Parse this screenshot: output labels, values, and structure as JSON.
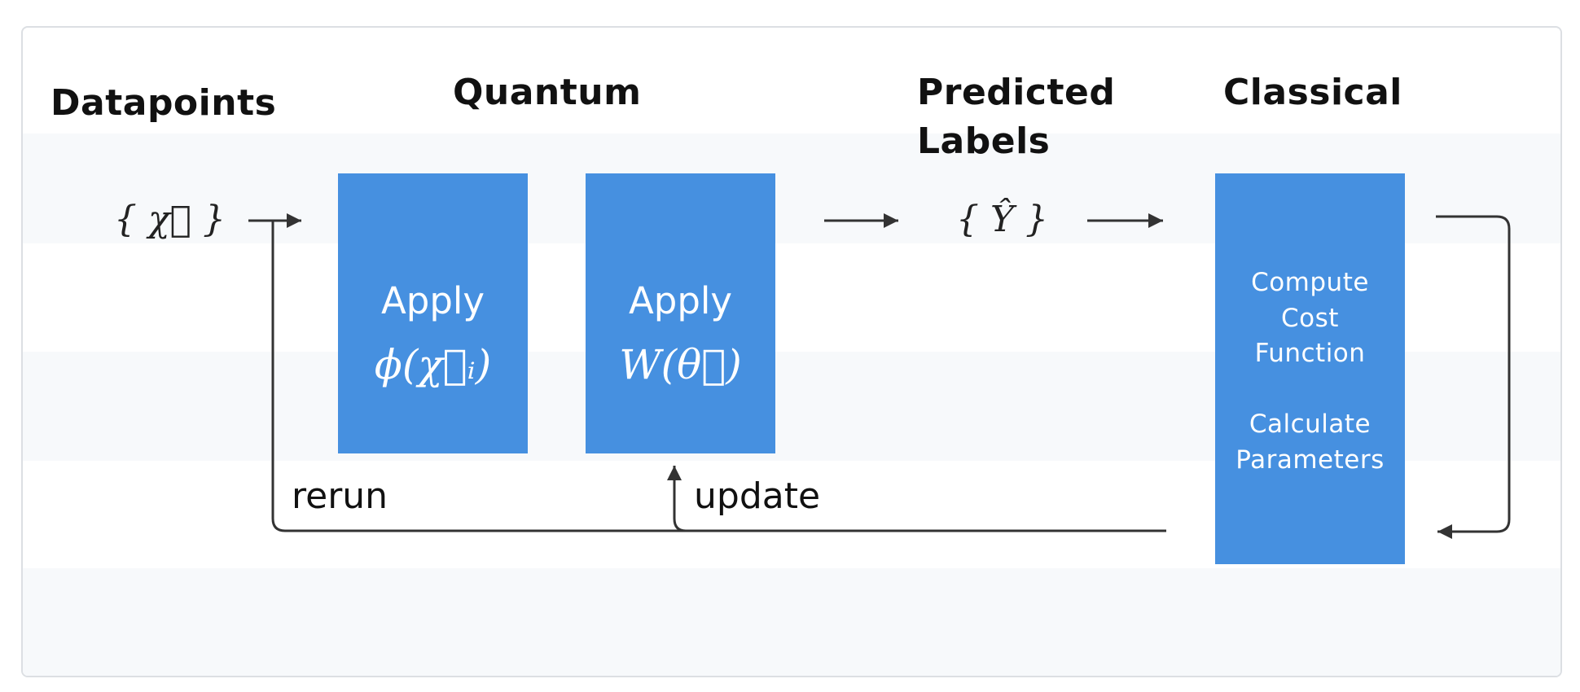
{
  "headings": {
    "datapoints": "Datapoints",
    "quantum": "Quantum",
    "predicted_line1": "Predicted",
    "predicted_line2": "Labels",
    "classical": "Classical"
  },
  "math": {
    "datapoint_set": "{ χ⃗ }",
    "predicted_set": "{ Ŷ }"
  },
  "boxes": {
    "feature_map": {
      "title": "Apply",
      "formula": "ϕ(χ⃗ᵢ)"
    },
    "variational": {
      "title": "Apply",
      "formula": "W(θ⃗)"
    },
    "classical": {
      "line1": "Compute",
      "line2": "Cost",
      "line3": "Function",
      "line4": "Calculate",
      "line5": "Parameters"
    }
  },
  "edge_labels": {
    "rerun": "rerun",
    "update": "update"
  },
  "colors": {
    "box": "#4690e0",
    "band": "#f7f9fb",
    "line": "#333333",
    "frame_border": "#dcdfe3"
  }
}
